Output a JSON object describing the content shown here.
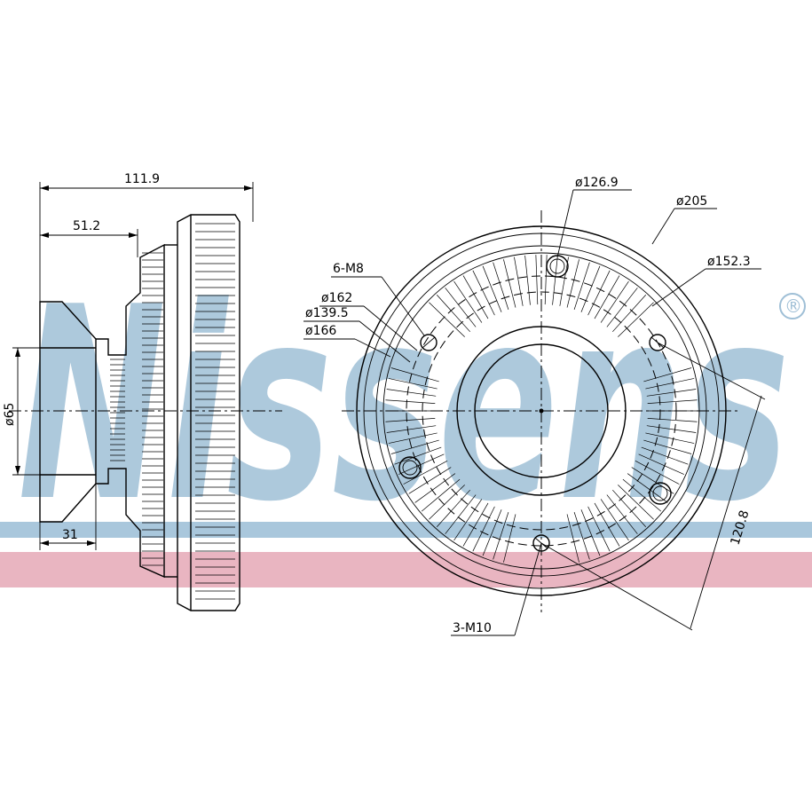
{
  "watermark": {
    "brand_text": "Nissens",
    "registered_mark": "®",
    "brand_color": "#9fbfd6",
    "band_blue": "#a9c7dc",
    "band_red": "#e9b5c1"
  },
  "dimensions": {
    "overall_length": "111.9",
    "hub_length": "51.2",
    "flange_length": "31",
    "hub_diameter": "ø65",
    "bolt_circle_small": "ø126.9",
    "outer_diameter": "ø205",
    "bolt_circle_large": "ø152.3",
    "thread_m8": "6-M8",
    "d162": "ø162",
    "d139_5": "ø139.5",
    "d166": "ø166",
    "diagonal": "120.8",
    "thread_m10": "3-M10"
  }
}
